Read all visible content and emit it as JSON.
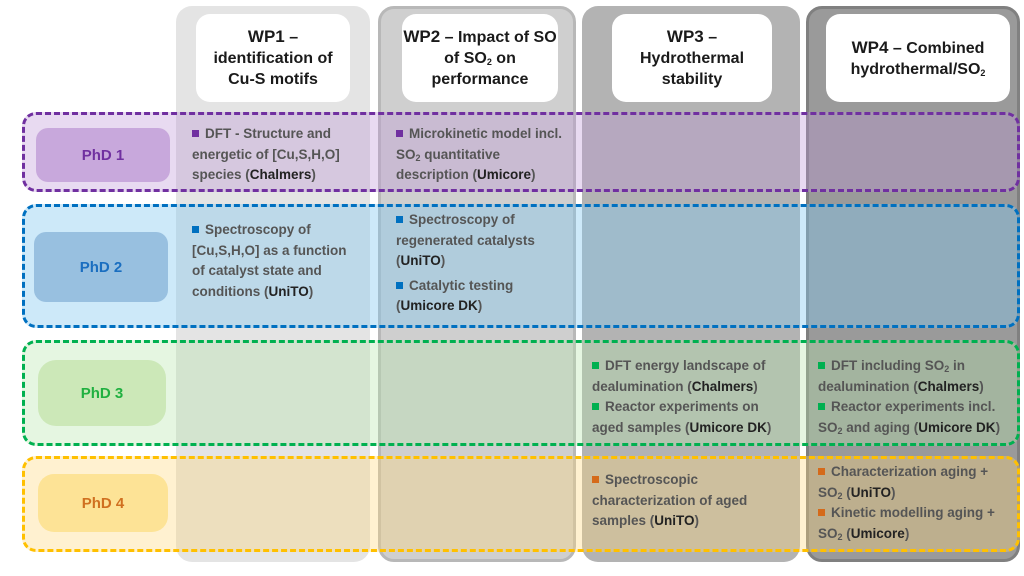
{
  "colors": {
    "purple": "#7030a0",
    "blue": "#0070c0",
    "green": "#00b050",
    "orange": "#ffc000",
    "square_orange": "#d56a1a"
  },
  "columns": [
    {
      "id": "WP1",
      "title_pre": "WP1",
      "title_dash": " –",
      "title_rest": "identification of Cu-S motifs"
    },
    {
      "id": "WP2",
      "title_pre": "WP2",
      "title_dash": " – ",
      "title_rest_a": "Impact of SO",
      "title_sub": "2",
      "title_rest_b": " on performance"
    },
    {
      "id": "WP3",
      "title_pre": "WP3",
      "title_dash": " –",
      "title_rest": "Hydrothermal stability"
    },
    {
      "id": "WP4",
      "title_pre": "WP4",
      "title_dash": " – ",
      "title_rest_a": "Combined",
      "title_rest_b": "hydrothermal/SO",
      "title_sub": "2"
    }
  ],
  "rows": [
    {
      "label": "PhD 1"
    },
    {
      "label": "PhD 2"
    },
    {
      "label": "PhD 3"
    },
    {
      "label": "PhD 4"
    }
  ],
  "cells": {
    "r1_wp1": {
      "t1": "DFT -  Structure and energetic of [Cu,S,H,O] species (",
      "org": "Chalmers",
      "t2": ")"
    },
    "r1_wp2": {
      "t1": "Microkinetic model incl. SO",
      "sub": "2",
      "t1b": " quantitative description (",
      "org": "Umicore",
      "t2": ")"
    },
    "r2_wp1": {
      "t1": "Spectroscopy of [Cu,S,H,O] as a function of catalyst state and conditions (",
      "org": "UniTO",
      "t2": ")"
    },
    "r2_wp2_a": {
      "t1": "Spectroscopy of regenerated catalysts (",
      "org": "UniTO",
      "t2": ")"
    },
    "r2_wp2_b": {
      "t1": "Catalytic testing (",
      "org": "Umicore DK",
      "t2": ")"
    },
    "r3_wp3_a": {
      "t1": "DFT energy landscape of dealumination (",
      "org": "Chalmers",
      "t2": ")"
    },
    "r3_wp3_b": {
      "t1": "Reactor experiments on aged samples (",
      "org": "Umicore DK",
      "t2": ")"
    },
    "r3_wp4_a": {
      "t1": "DFT including SO",
      "sub": "2",
      "t1b": " in dealumination (",
      "org": "Chalmers",
      "t2": ")"
    },
    "r3_wp4_b": {
      "t1": "Reactor experiments incl. SO",
      "sub": "2",
      "t1b": " and aging (",
      "org": "Umicore DK",
      "t2": ")"
    },
    "r4_wp3": {
      "t1": "Spectroscopic characterization of aged samples (",
      "org": "UniTO",
      "t2": ")"
    },
    "r4_wp4_a": {
      "t1": "Characterization aging + SO",
      "sub": "2",
      "t1b": " (",
      "org": "UniTO",
      "t2": ")"
    },
    "r4_wp4_b": {
      "t1": "Kinetic modelling aging + SO",
      "sub": "2",
      "t1b": " (",
      "org": "Umicore",
      "t2": ")"
    }
  }
}
